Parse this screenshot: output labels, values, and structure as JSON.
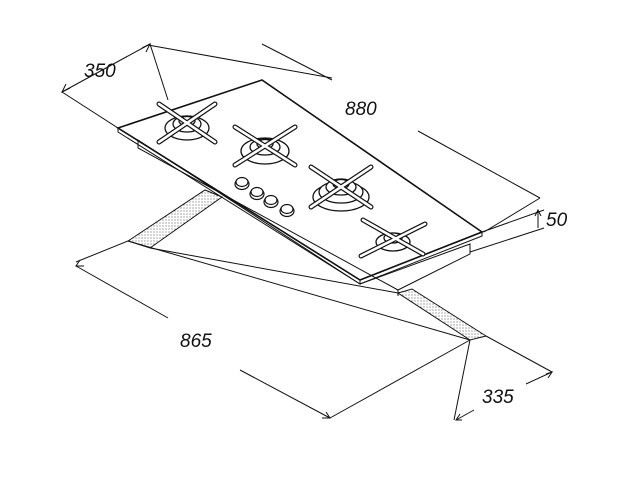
{
  "dimensions": {
    "depth_top": "350",
    "width_top": "880",
    "height": "50",
    "cutout_width": "865",
    "cutout_depth": "335"
  },
  "parts": {
    "burner_count": 4,
    "knob_count": 4
  },
  "colors": {
    "line": "#111111",
    "background": "#ffffff"
  }
}
